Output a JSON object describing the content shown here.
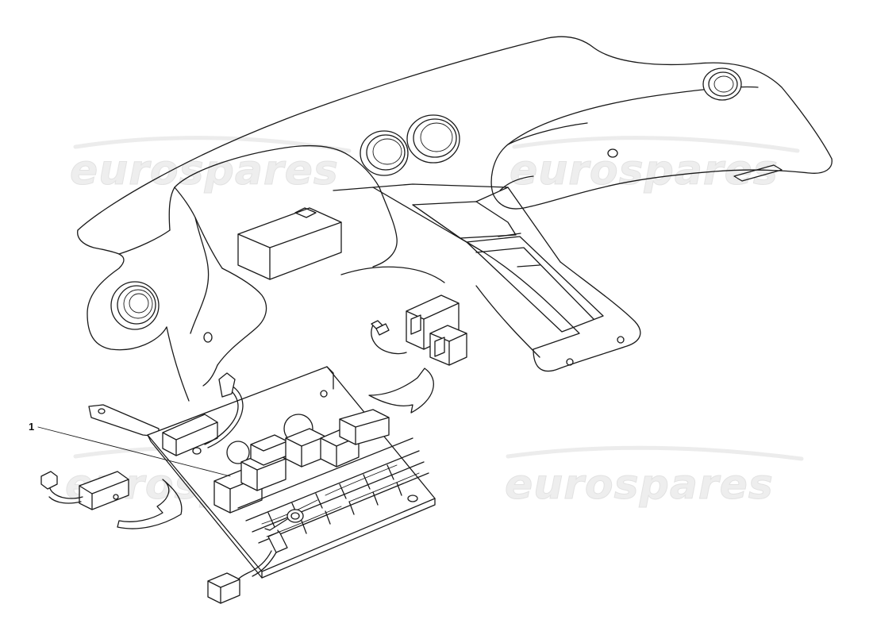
{
  "diagram": {
    "callouts": [
      {
        "number": "1",
        "part": "relay-and-fuse-holder-board"
      }
    ],
    "watermark": {
      "text": "eurospares",
      "copies": 4,
      "color": "#e6e6e6"
    },
    "line_color": "#1a1a1a",
    "background": "#ffffff"
  }
}
